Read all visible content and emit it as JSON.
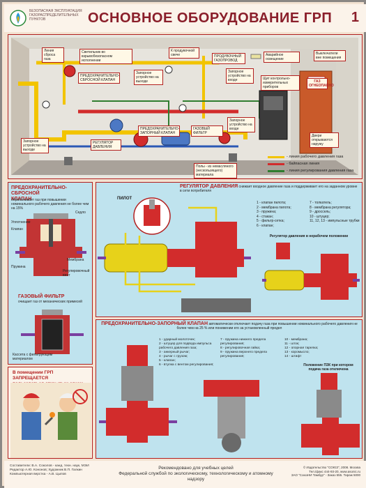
{
  "header": {
    "org_text": "БЕЗОПАСНАЯ ЭКСПЛУАТАЦИЯ ГАЗОРАСПРЕДЕЛИТЕЛЬНЫХ ПУНКТОВ",
    "title": "ОСНОВНОЕ ОБОРУДОВАНИЕ ГРП",
    "number": "1"
  },
  "top_scheme": {
    "labels": {
      "purge": "Линия сброса газа",
      "lamp": "Светильник во взрывобезопасном исполнении",
      "safety_relief": "ПРЕДОХРАНИТЕЛЬНО-СБРОСНОЙ КЛАПАН",
      "valve_out_top": "Запорное устройство на выходе",
      "purge_line2": "К продувочной свече",
      "purge_pipe": "ПРОДУВОЧНЫЙ ГАЗОПРОВОД",
      "valve_in": "Запорное устройство на входе",
      "emergency_light": "Аварийное освещение",
      "switch": "Выключатели вне помещения",
      "door_sign": "ГАЗ ОГНЕОПАСНО",
      "cabinet": "Щит контрольно-измерительных приборов",
      "valve_out_bottom": "Запорное устройство на выходе",
      "regulator": "РЕГУЛЯТОР ДАВЛЕНИЯ",
      "shutoff": "ПРЕДОХРАНИТЕЛЬНО-ЗАПОРНЫЙ КЛАПАН",
      "filter": "ГАЗОВЫЙ ФИЛЬТР",
      "valve_in_bottom": "Запорное устройство на входе",
      "door_open": "Двери открываются наружу",
      "floor": "Полы - из немасляного (нескользящего) материала"
    },
    "legend": [
      {
        "label": "- линия рабочего давления газа",
        "color": "#f2c400"
      },
      {
        "label": "- байпасная линия",
        "color": "#d22c2c"
      },
      {
        "label": "- линия регулирования давления газа",
        "color": "#2f7d2f"
      }
    ]
  },
  "psk_panel": {
    "title": "ПРЕДОХРАНИТЕЛЬНО-СБРОСНОЙ КЛАПАН",
    "desc": "обрабатывает газ при повышении номинального рабочего давления не более чем на 15%",
    "labels": {
      "saddle": "Седло",
      "seal": "Уплотнение",
      "valve": "Клапан",
      "membrane": "Мембрана",
      "spring": "Пружина",
      "screw": "Регулировочный винт"
    }
  },
  "filter_panel": {
    "title": "ГАЗОВЫЙ ФИЛЬТР",
    "desc": "очищает газ от механических примесей",
    "cassette": "Кассета с фильтрующим материалом"
  },
  "warning": {
    "line1": "В помещении ГРП",
    "strong": "ЗАПРЕЩАЕТСЯ",
    "line2": "пользоваться открытым огнем"
  },
  "regulator_panel": {
    "title": "РЕГУЛЯТОР ДАВЛЕНИЯ",
    "desc": "снижает входное давление газа и поддерживает его на заданном уровне в сети потребителя",
    "pilot": "ПИЛОТ",
    "parts_left": [
      "1 - клапан пилота;",
      "2 - мембрана пилота;",
      "3 - пружина;",
      "4 - стакан;",
      "5 - фильтр-сетка;",
      "6 - клапан;"
    ],
    "parts_right": [
      "7 - толкатель;",
      "8 - мембрана регулятора;",
      "9 - дроссель;",
      "10 - штуцер;",
      "11, 12, 13 - импульсные трубки"
    ],
    "idle_caption": "Регулятор давления в нерабочем положении"
  },
  "pzk_panel": {
    "title": "ПРЕДОХРАНИТЕЛЬНО-ЗАПОРНЫЙ КЛАПАН",
    "desc": "автоматически отключает подачу газа при повышении номинального рабочего давления не более чем на 25 % или понижении его за установленный предел",
    "parts_a": [
      "1 - ударный молоточек;",
      "2 - штуцер для подвода импульса рабочего давления газа;",
      "3 - анкерный рычаг;",
      "4 - рычаг с грузом;",
      "5 - клапан;",
      "6 - втулка с вентом регулирования;"
    ],
    "parts_b": [
      "7 - пружина нижнего предела регулирования;",
      "8 - регулировочная гайка;",
      "9 - пружина верхнего предела регулирования;"
    ],
    "parts_c": [
      "10 - мембрана;",
      "11 - шток;",
      "12 - опорная тарелка;",
      "13 - коромысло;",
      "14 - штифт"
    ],
    "closed_caption": "Положение ПЗК при котором подача газа отключена"
  },
  "footer": {
    "credits": "Составители: В.А. Соколов - канд. техн. наук, МЭИ\nРедактор А.Ю. Кононов; Художник В.П. Галкин\nКомпьютерная верстка - А.В. Цыпов",
    "center1": "Рекомендовано для учебных целей",
    "center2": "Федеральной службой по экологическому, технологическому и атомному надзору",
    "right": "© Издательство \"СОЮЗ\", 2008. Москва\nТел./факс 444-93-20, www.asonic.ru\nЗАО \"СоюзНИ Тамбур\" - Заказ 555. Тираж 5000"
  }
}
